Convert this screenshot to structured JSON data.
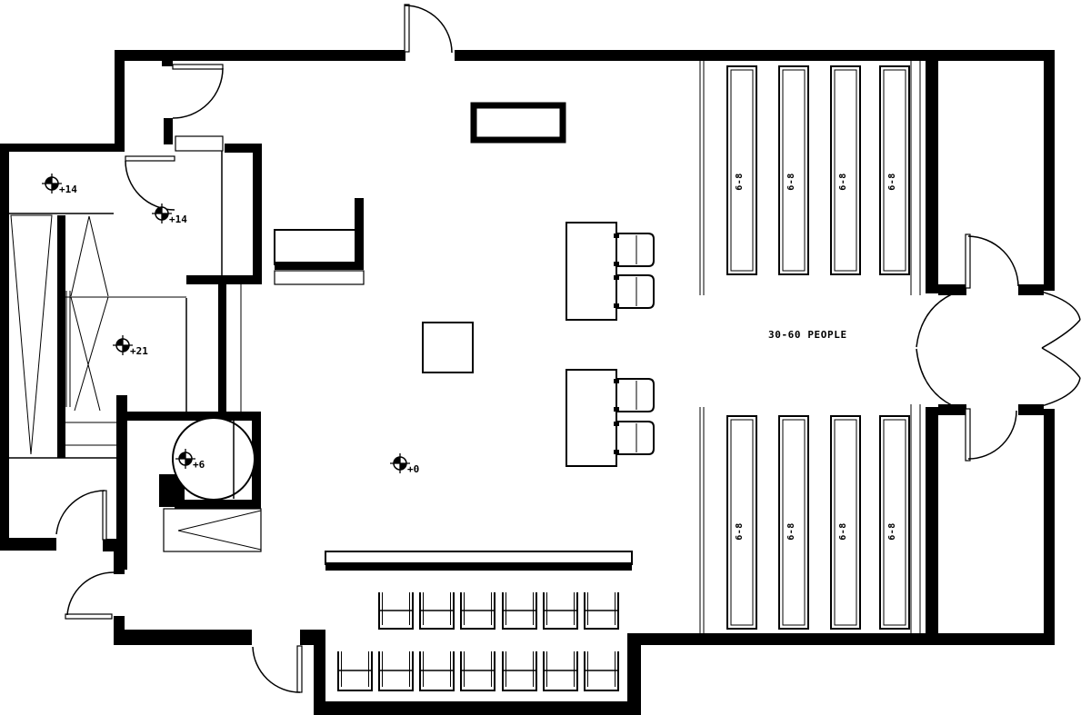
{
  "drawing": {
    "capacity_label": "30-60 PEOPLE"
  },
  "markers": [
    {
      "label": "+14"
    },
    {
      "label": "+14"
    },
    {
      "label": "+21"
    },
    {
      "label": "+6"
    },
    {
      "label": "+0"
    }
  ],
  "table_seat_labels": [
    "6-8",
    "6-8",
    "6-8",
    "6-8",
    "6-8",
    "6-8",
    "6-8",
    "6-8"
  ]
}
